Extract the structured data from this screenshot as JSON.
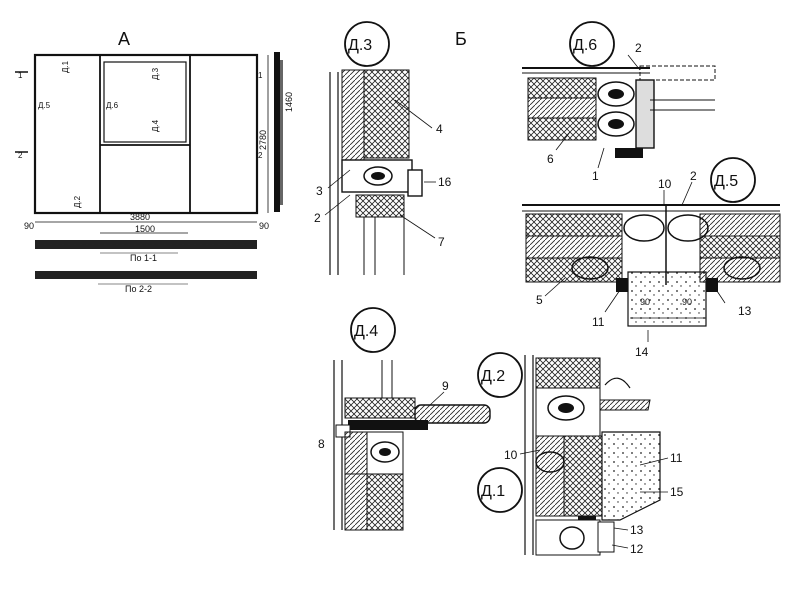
{
  "section_labels": {
    "a": "А",
    "b": "Б"
  },
  "panel": {
    "width_dim": "3880",
    "opening_dim": "1500",
    "height_dim": "2780",
    "window_height_dim": "1460",
    "edge_dim_left": "90",
    "edge_dim_right": "90",
    "cut_1_left": "1",
    "cut_1_right": "1",
    "cut_2_left": "2",
    "cut_2_right": "2",
    "node_marks": {
      "d1": "Д.1",
      "d2": "Д.2",
      "d3": "Д.3",
      "d4": "Д.4",
      "d5": "Д.5",
      "d6": "Д.6"
    }
  },
  "sections": {
    "s11": "По 1-1",
    "s22": "По 2-2"
  },
  "details": {
    "d1": "Д.1",
    "d2": "Д.2",
    "d3": "Д.3",
    "d4": "Д.4",
    "d5": "Д.5",
    "d6": "Д.6"
  },
  "callouts": {
    "d3": [
      "4",
      "16",
      "3",
      "2",
      "7"
    ],
    "d6": [
      "2",
      "6",
      "1"
    ],
    "d5": [
      "10",
      "2",
      "5",
      "11",
      "13",
      "14"
    ],
    "d5_dims": [
      "90",
      "90"
    ],
    "d4": [
      "9",
      "8"
    ],
    "d2": [
      "10",
      "11",
      "15",
      "13",
      "12"
    ]
  },
  "colors": {
    "ink": "#111111",
    "paper": "#ffffff",
    "hatch": "#222222"
  }
}
